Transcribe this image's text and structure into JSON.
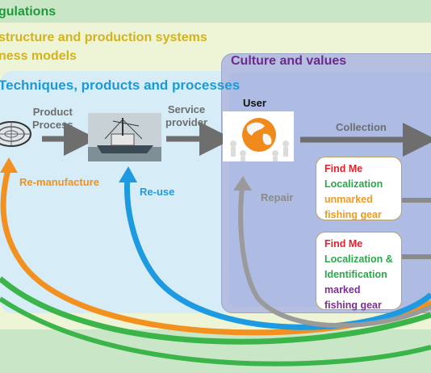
{
  "layers": {
    "regulations": "gulations",
    "infrastructure": "structure and production systems",
    "business": "ness models",
    "culture": "Culture and values",
    "techniques": "Techniques, products and processes"
  },
  "flow": {
    "product_process": [
      "Product",
      "Process"
    ],
    "service_provider": [
      "Service",
      "provider"
    ],
    "user": "User",
    "collection": "Collection"
  },
  "boxes": {
    "unmarked": {
      "find_me": "Find Me",
      "localization": "Localization",
      "status": "unmarked",
      "gear": "fishing gear"
    },
    "marked": {
      "find_me": "Find Me",
      "localization": "Localization &",
      "identification": "Identification",
      "status": "marked",
      "gear": "fishing gear"
    }
  },
  "loops": {
    "remanufacture": "Re-manufacture",
    "reuse": "Re-use",
    "repair": "Repair"
  },
  "colors": {
    "regulations_green": "#1f9a3a",
    "infrastructure_yellow": "#d4b21c",
    "culture_purple": "#6a2c8c",
    "techniques_blue": "#1d9ad6",
    "remanufacture_orange": "#f29120",
    "reuse_blue": "#1e9be0",
    "repair_gray": "#9a9a9a",
    "green_loop": "#3bb54a",
    "find_me_red": "#e8202a",
    "localization_green": "#2aa84a",
    "unmarked_orange": "#f39a1c",
    "marked_purple": "#7b2f92"
  }
}
